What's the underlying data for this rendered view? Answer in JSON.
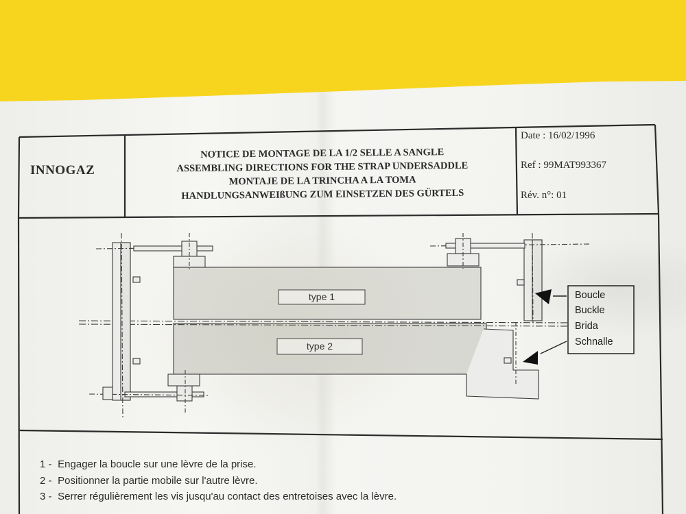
{
  "header": {
    "company": "INNOGAZ",
    "titles": [
      "NOTICE DE MONTAGE DE LA 1/2 SELLE A SANGLE",
      "ASSEMBLING DIRECTIONS FOR THE STRAP UNDERSADDLE",
      "MONTAJE DE LA TRINCHA A LA TOMA",
      "HANDLUNGSANWEIßUNG ZUM EINSETZEN DES GÜRTELS"
    ],
    "date": "Date : 16/02/1996",
    "ref": "Ref : 99MAT993367",
    "rev": "Rév. n°: 01"
  },
  "diagram": {
    "type1_label": "type 1",
    "type2_label": "type 2",
    "legend": [
      "Boucle",
      "Buckle",
      "Brida",
      "Schnalle"
    ]
  },
  "instructions": [
    {
      "num": "1 -",
      "text": "Engager la boucle sur une lèvre de la prise."
    },
    {
      "num": "2 -",
      "text": "Positionner la partie mobile sur l'autre lèvre."
    },
    {
      "num": "3 -",
      "text": "Serrer régulièrement les vis jusqu'au contact des entretoises avec la lèvre."
    }
  ],
  "colors": {
    "background": "#f7d51e",
    "paper": "#f3f3f0",
    "ink": "#2a2a2a"
  }
}
